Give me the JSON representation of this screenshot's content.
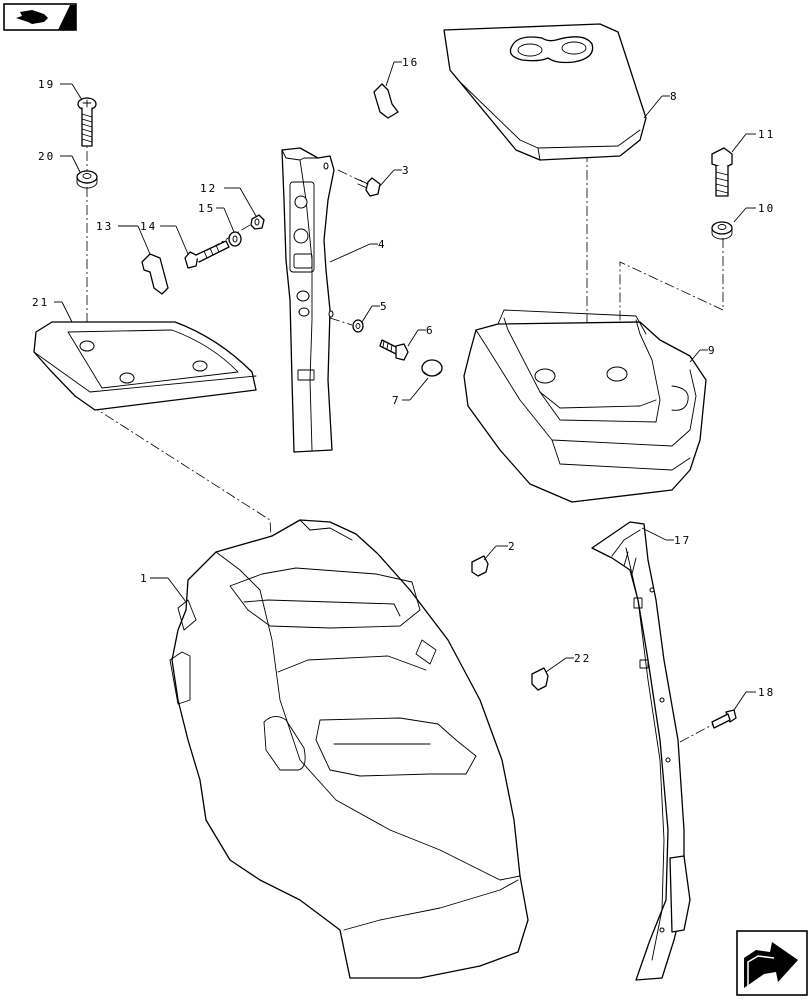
{
  "navigation": {
    "back_icon": "arrow-back-icon",
    "next_icon": "arrow-next-icon"
  },
  "callouts": [
    {
      "id": "c1",
      "label": "1"
    },
    {
      "id": "c2",
      "label": "2"
    },
    {
      "id": "c3",
      "label": "3"
    },
    {
      "id": "c4",
      "label": "4"
    },
    {
      "id": "c5",
      "label": "5"
    },
    {
      "id": "c6",
      "label": "6"
    },
    {
      "id": "c7",
      "label": "7"
    },
    {
      "id": "c8",
      "label": "8"
    },
    {
      "id": "c9",
      "label": "9"
    },
    {
      "id": "c10",
      "label": "10"
    },
    {
      "id": "c11",
      "label": "11"
    },
    {
      "id": "c12",
      "label": "12"
    },
    {
      "id": "c13",
      "label": "13"
    },
    {
      "id": "c14",
      "label": "14"
    },
    {
      "id": "c15",
      "label": "15"
    },
    {
      "id": "c16",
      "label": "16"
    },
    {
      "id": "c17",
      "label": "17"
    },
    {
      "id": "c18",
      "label": "18"
    },
    {
      "id": "c19",
      "label": "19"
    },
    {
      "id": "c20",
      "label": "20"
    },
    {
      "id": "c21",
      "label": "21"
    },
    {
      "id": "c22",
      "label": "22"
    }
  ]
}
